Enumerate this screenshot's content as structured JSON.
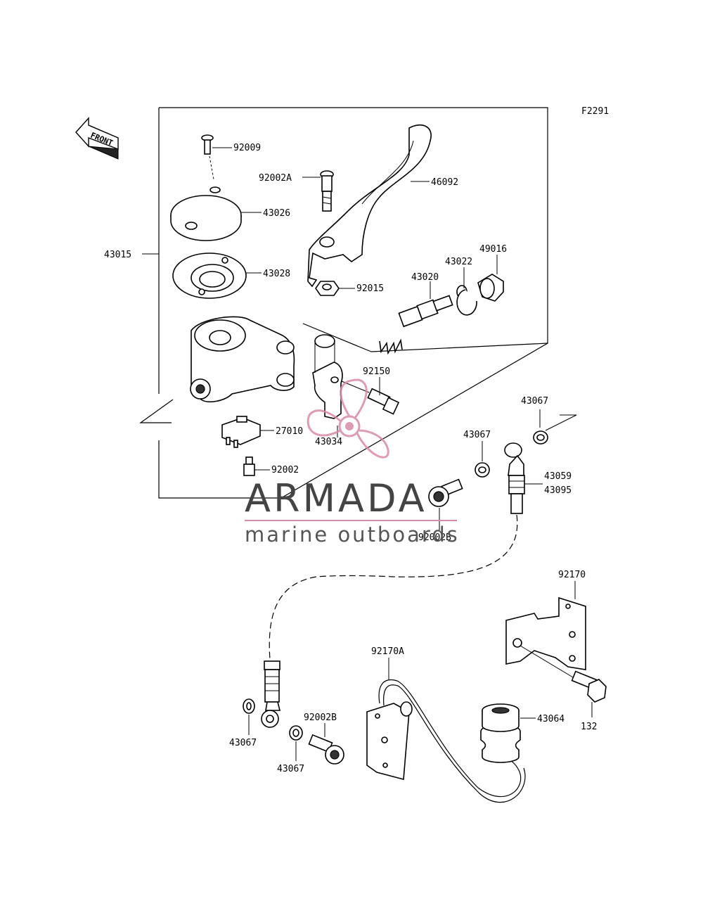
{
  "figure_code": "F2291",
  "front_label": "FRONT",
  "watermark": {
    "brand": "ARMADA",
    "tagline": "marine outboards",
    "accent_color": "#d98aaa"
  },
  "part_labels": {
    "p92009": "92009",
    "p92002A": "92002A",
    "p46092": "46092",
    "p43026": "43026",
    "p43015": "43015",
    "p43028": "43028",
    "p92015": "92015",
    "p49016": "49016",
    "p43022": "43022",
    "p43020": "43020",
    "p92150": "92150",
    "p27010": "27010",
    "p43034": "43034",
    "p92002": "92002",
    "p43067_a": "43067",
    "p43067_b": "43067",
    "p43059": "43059",
    "p43095": "43095",
    "p92002B_a": "92002B",
    "p92170": "92170",
    "p92170A": "92170A",
    "p43064": "43064",
    "p132": "132",
    "p43067_c": "43067",
    "p92002B_b": "92002B",
    "p43067_d": "43067"
  }
}
